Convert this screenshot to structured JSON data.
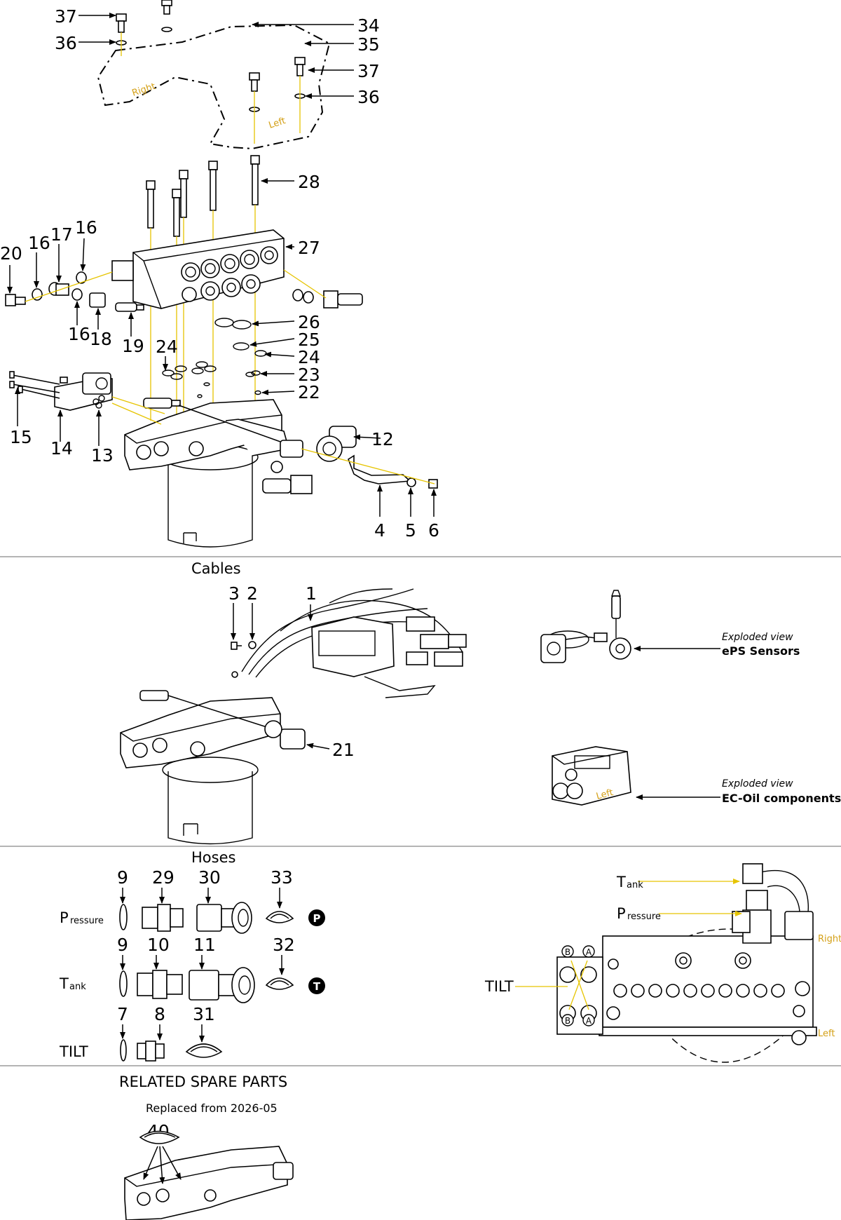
{
  "sections": {
    "cables": "Cables",
    "hoses": "Hoses",
    "related": "RELATED SPARE PARTS",
    "replaced": "Replaced from 2026-05"
  },
  "labels": {
    "p1": "1",
    "p2": "2",
    "p3": "3",
    "p4": "4",
    "p5": "5",
    "p6": "6",
    "p7": "7",
    "p8": "8",
    "p9a": "9",
    "p9b": "9",
    "p10": "10",
    "p11": "11",
    "p12": "12",
    "p13": "13",
    "p14": "14",
    "p15": "15",
    "p16a": "16",
    "p16b": "16",
    "p16c": "16",
    "p17": "17",
    "p18": "18",
    "p19": "19",
    "p20": "20",
    "p21": "21",
    "p22": "22",
    "p23": "23",
    "p24a": "24",
    "p24b": "24",
    "p25": "25",
    "p26": "26",
    "p27": "27",
    "p28": "28",
    "p29": "29",
    "p30": "30",
    "p31": "31",
    "p32": "32",
    "p33": "33",
    "p34": "34",
    "p35": "35",
    "p36a": "36",
    "p36b": "36",
    "p37a": "37",
    "p37b": "37",
    "p40": "40"
  },
  "cover_marks": {
    "right": "Right",
    "left": "Left"
  },
  "hose_rows": {
    "pressure_big": "P",
    "pressure_small": "ressure",
    "tank_big": "T",
    "tank_small": "ank",
    "tilt": "TILT",
    "p_symbol": "P",
    "t_symbol": "T"
  },
  "callouts": {
    "eps_italic": "Exploded view",
    "eps_bold": "ePS Sensors",
    "ec_italic": "Exploded view",
    "ec_bold": "EC-Oil components",
    "ec_left_mark": "Left"
  },
  "valve_view": {
    "tank_big": "T",
    "tank_small": "ank",
    "pressure_big": "P",
    "pressure_small": "ressure",
    "tilt": "TILT",
    "right": "Right",
    "left": "Left",
    "port_b": "B",
    "port_a": "A"
  },
  "colors": {
    "leader_yellow": "#e6c400",
    "text_yellow": "#d4a017",
    "ink": "#000000"
  }
}
